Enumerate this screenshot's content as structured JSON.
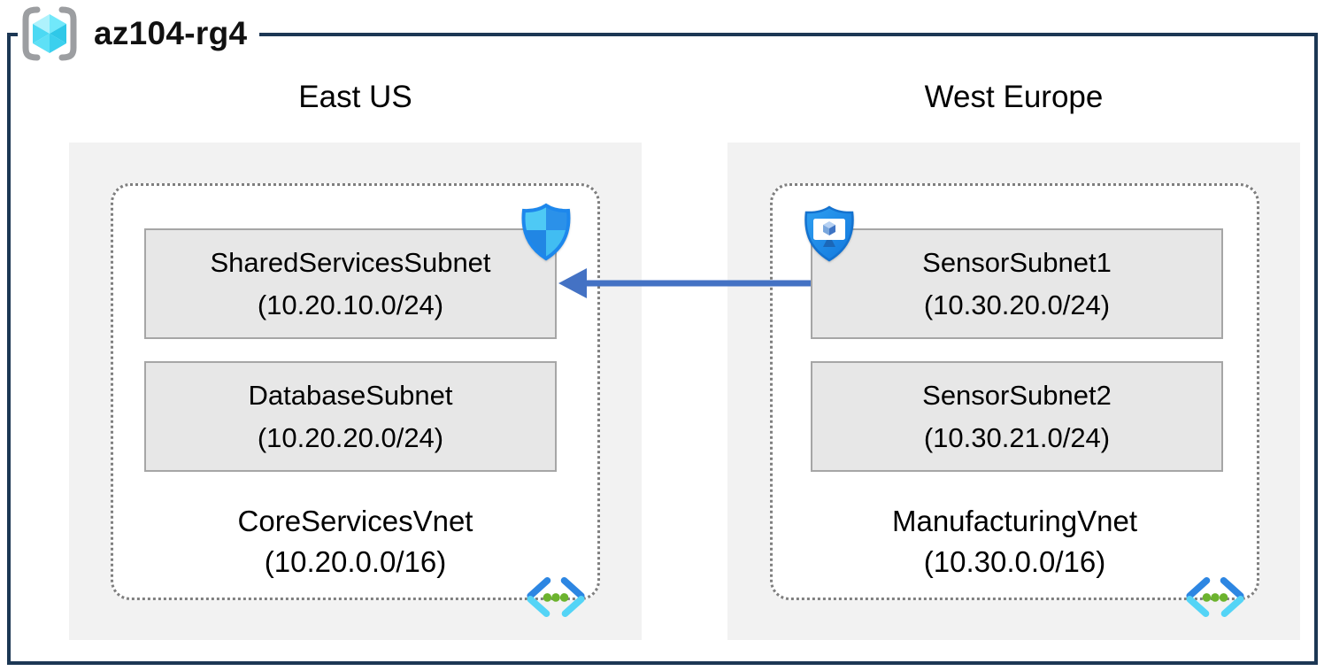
{
  "resource_group": {
    "name": "az104-rg4"
  },
  "regions": [
    {
      "name": "East US",
      "vnet": {
        "name": "CoreServicesVnet",
        "cidr": "(10.20.0.0/16)",
        "subnets": [
          {
            "name": "SharedServicesSubnet",
            "cidr": "(10.20.10.0/24)"
          },
          {
            "name": "DatabaseSubnet",
            "cidr": "(10.20.20.0/24)"
          }
        ]
      }
    },
    {
      "name": "West Europe",
      "vnet": {
        "name": "ManufacturingVnet",
        "cidr": "(10.30.0.0/16)",
        "subnets": [
          {
            "name": "SensorSubnet1",
            "cidr": "(10.30.20.0/24)"
          },
          {
            "name": "SensorSubnet2",
            "cidr": "(10.30.21.0/24)"
          }
        ]
      }
    }
  ],
  "connection": {
    "from": "SensorSubnet1",
    "to": "SharedServicesSubnet",
    "direction": "right-to-left",
    "color": "#4472c4"
  },
  "icons": {
    "resource_group": "resource-group-cube-icon",
    "left_shield": "network-security-group-icon",
    "right_shield": "bastion-shield-monitor-icon",
    "vnet": "virtual-network-chevron-icon"
  },
  "colors": {
    "frame_border": "#1c3754",
    "region_background": "#f2f2f2",
    "vnet_dotted_border": "#7f7f7f",
    "subnet_background": "#e7e7e7",
    "subnet_border": "#a6a6a6",
    "arrow": "#4472c4",
    "azure_cyan": "#4ec9f5",
    "azure_blue": "#2b91e9",
    "azure_green": "#76bc2d"
  }
}
